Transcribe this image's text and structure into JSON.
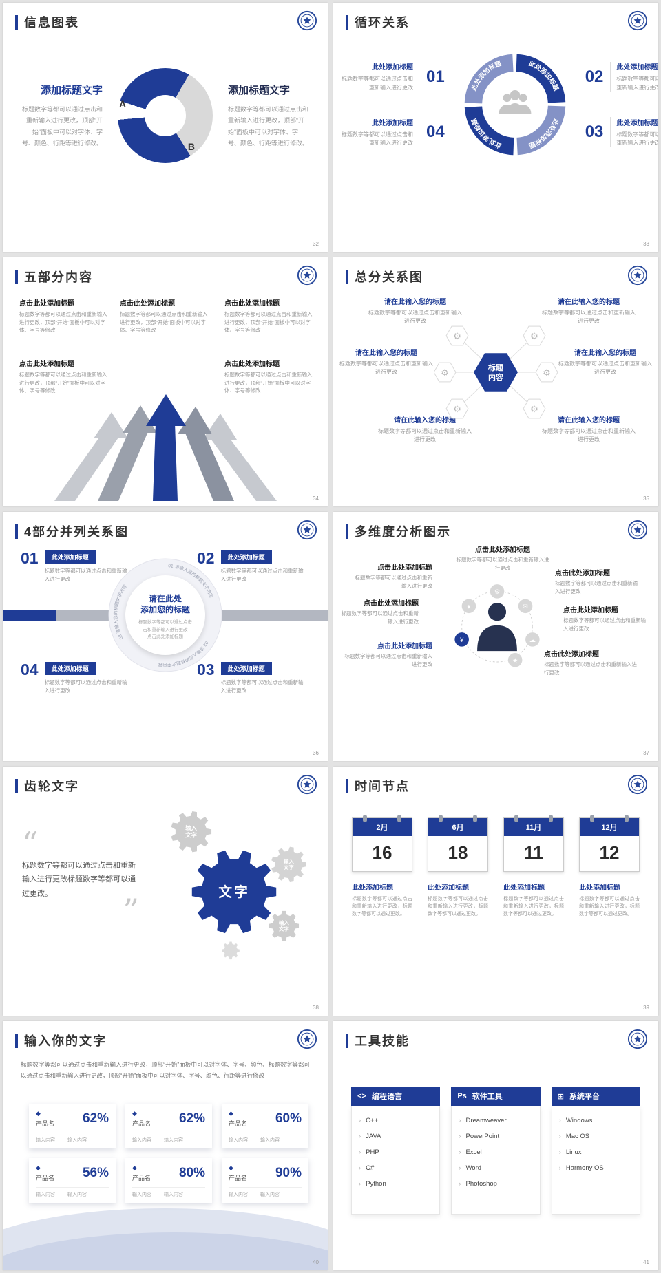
{
  "s32": {
    "title": "信息图表",
    "page": "32",
    "left": {
      "heading": "添加标题文字",
      "body": "标题数字等都可以通过点击和重新输入进行更改，顶部“开始”面板中可以对字体、字号、颜色、行距等进行修改。"
    },
    "right": {
      "heading": "添加标题文字",
      "body": "标题数字等都可以通过点击和重新输入进行更改，顶部“开始”面板中可以对字体、字号、颜色、行距等进行修改。"
    },
    "donut": {
      "a": "A",
      "b": "B"
    },
    "chart": {
      "type": "pie",
      "labels": [
        "A",
        "B"
      ],
      "values_pct_est": [
        70,
        30
      ]
    }
  },
  "s33": {
    "title": "循环关系",
    "page": "33",
    "ring": [
      "此处添加标题",
      "此处添加标题",
      "此处添加标题",
      "此处添加标题"
    ],
    "items": [
      {
        "num": "01",
        "heading": "此处添加标题",
        "body": "标题数字等都可以通过点击和重新输入进行更改"
      },
      {
        "num": "02",
        "heading": "此处添加标题",
        "body": "标题数字等都可以通过点击和重新输入进行更改"
      },
      {
        "num": "04",
        "heading": "此处添加标题",
        "body": "标题数字等都可以通过点击和重新输入进行更改"
      },
      {
        "num": "03",
        "heading": "此处添加标题",
        "body": "标题数字等都可以通过点击和重新输入进行更改"
      }
    ]
  },
  "s34": {
    "title": "五部分内容",
    "page": "34",
    "blocks": [
      {
        "heading": "点击此处添加标题",
        "body": "标题数字等都可以通过点击和重新输入进行更改，顶部“开始”面板中可以对字体、字号等修改"
      },
      {
        "heading": "点击此处添加标题",
        "body": "标题数字等都可以通过点击和重新输入进行更改，顶部“开始”面板中可以对字体、字号等修改"
      },
      {
        "heading": "点击此处添加标题",
        "body": "标题数字等都可以通过点击和重新输入进行更改，顶部“开始”面板中可以对字体、字号等修改"
      },
      {
        "heading": "点击此处添加标题",
        "body": "标题数字等都可以通过点击和重新输入进行更改，顶部“开始”面板中可以对字体、字号等修改"
      },
      {
        "heading": "点击此处添加标题",
        "body": "标题数字等都可以通过点击和重新输入进行更改，顶部“开始”面板中可以对字体、字号等修改"
      }
    ]
  },
  "s35": {
    "title": "总分关系图",
    "page": "35",
    "center1": "标题",
    "center2": "内容",
    "blocks": [
      {
        "heading": "请在此输入您的标题",
        "body": "标题数字等都可以通过点击和重新输入进行更改"
      },
      {
        "heading": "请在此输入您的标题",
        "body": "标题数字等都可以通过点击和重新输入进行更改"
      },
      {
        "heading": "请在此输入您的标题",
        "body": "标题数字等都可以通过点击和重新输入进行更改"
      },
      {
        "heading": "请在此输入您的标题",
        "body": "标题数字等都可以通过点击和重新输入进行更改"
      },
      {
        "heading": "请在此输入您的标题",
        "body": "标题数字等都可以通过点击和重新输入进行更改"
      },
      {
        "heading": "请在此输入您的标题",
        "body": "标题数字等都可以通过点击和重新输入进行更改"
      }
    ]
  },
  "s36": {
    "title": "4部分并列关系图",
    "page": "36",
    "ring_texts": [
      "01 请输入您的标题文字内容",
      "02 请输入您的标题文字内容",
      "03 请输入您的标题文字内容"
    ],
    "center": {
      "h1": "请在此处",
      "h2": "添加您的标题",
      "b1": "标题数字等都可以通过点击",
      "b2": "击和重新输入进行更改",
      "b3": "点击此处添加标题"
    },
    "items": [
      {
        "num": "01",
        "heading": "此处添加标题",
        "body": "标题数字等都可以通过点击和重新输入进行更改"
      },
      {
        "num": "02",
        "heading": "此处添加标题",
        "body": "标题数字等都可以通过点击和重新输入进行更改"
      },
      {
        "num": "04",
        "heading": "此处添加标题",
        "body": "标题数字等都可以通过点击和重新输入进行更改"
      },
      {
        "num": "03",
        "heading": "此处添加标题",
        "body": "标题数字等都可以通过点击和重新输入进行更改"
      }
    ]
  },
  "s37": {
    "title": "多维度分析图示",
    "page": "37",
    "icons": [
      {
        "name": "gear-icon",
        "glyph": "⚙"
      },
      {
        "name": "diamond-icon",
        "glyph": "♦"
      },
      {
        "name": "mail-icon",
        "glyph": "✉"
      },
      {
        "name": "yen-icon",
        "glyph": "¥"
      },
      {
        "name": "cloud-icon",
        "glyph": "☁"
      },
      {
        "name": "star-icon",
        "glyph": "★"
      }
    ],
    "blocks": [
      {
        "heading": "点击此处添加标题",
        "body": "标题数字等都可以通过点击和重新输入进行更改"
      },
      {
        "heading": "点击此处添加标题",
        "body": "标题数字等都可以通过点击和重新输入进行更改"
      },
      {
        "heading": "点击此处添加标题",
        "body": "标题数字等都可以通过点击和重新输入进行更改"
      },
      {
        "heading": "点击此处添加标题",
        "body": "标题数字等都可以通过点击和重新输入进行更改"
      },
      {
        "heading": "点击此处添加标题",
        "body": "标题数字等都可以通过点击和重新输入进行更改"
      },
      {
        "heading": "点击此处添加标题",
        "body": "标题数字等都可以通过点击和重新输入进行更改"
      },
      {
        "heading": "点击此处添加标题",
        "body": "标题数字等都可以通过点击和重新输入进行更改"
      }
    ]
  },
  "s38": {
    "title": "齿轮文字",
    "page": "38",
    "open_quote": "“",
    "close_quote": "”",
    "quote": "标题数字等都可以通过点击和重新输入进行更改标题数字等都可以通过更改。",
    "gear_main": "文字",
    "small1": "输入",
    "small2": "文字"
  },
  "s39": {
    "title": "时间节点",
    "page": "39",
    "items": [
      {
        "month": "2月",
        "day": "16",
        "heading": "此处添加标题",
        "body": "标题数字等都可以通过点击和重新输入进行更改，标题数字等都可以通过更改。"
      },
      {
        "month": "6月",
        "day": "18",
        "heading": "此处添加标题",
        "body": "标题数字等都可以通过点击和重新输入进行更改，标题数字等都可以通过更改。"
      },
      {
        "month": "11月",
        "day": "11",
        "heading": "此处添加标题",
        "body": "标题数字等都可以通过点击和重新输入进行更改，标题数字等都可以通过更改。"
      },
      {
        "month": "12月",
        "day": "12",
        "heading": "此处添加标题",
        "body": "标题数字等都可以通过点击和重新输入进行更改，标题数字等都可以通过更改。"
      }
    ]
  },
  "s40": {
    "title": "输入你的文字",
    "page": "40",
    "intro": "标题数字等都可以通过点击和重新输入进行更改，顶部“开始”面板中可以对字体、字号、颜色、标题数字等都可以通过点击和重新输入进行更改，顶部“开始”面板中可以对字体、字号、颜色、行距等进行修改",
    "icon_glyph": "◆",
    "cards": [
      {
        "label": "产品名",
        "value": "62%",
        "sub1": "输入内容",
        "sub2": "输入内容"
      },
      {
        "label": "产品名",
        "value": "62%",
        "sub1": "输入内容",
        "sub2": "输入内容"
      },
      {
        "label": "产品名",
        "value": "60%",
        "sub1": "输入内容",
        "sub2": "输入内容"
      },
      {
        "label": "产品名",
        "value": "56%",
        "sub1": "输入内容",
        "sub2": "输入内容"
      },
      {
        "label": "产品名",
        "value": "80%",
        "sub1": "输入内容",
        "sub2": "输入内容"
      },
      {
        "label": "产品名",
        "value": "90%",
        "sub1": "输入内容",
        "sub2": "输入内容"
      }
    ]
  },
  "s41": {
    "title": "工具技能",
    "page": "41",
    "bullet": "›",
    "columns": [
      {
        "icon": "<>",
        "header": "编程语言",
        "items": [
          "C++",
          "JAVA",
          "PHP",
          "C#",
          "Python"
        ]
      },
      {
        "icon": "Ps",
        "header": "软件工具",
        "items": [
          "Dreamweaver",
          "PowerPoint",
          "Excel",
          "Word",
          "Photoshop"
        ]
      },
      {
        "icon": "⊞",
        "header": "系统平台",
        "items": [
          "Windows",
          "Mac OS",
          "Linux",
          "Harmony OS"
        ]
      }
    ]
  }
}
